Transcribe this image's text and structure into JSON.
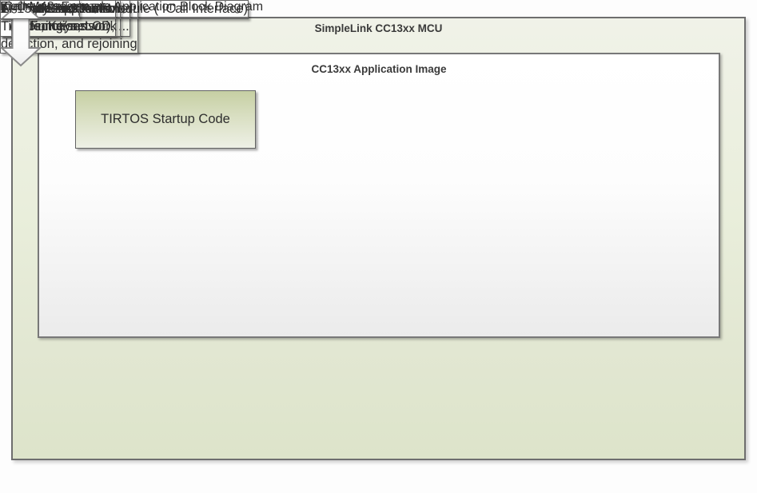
{
  "palette": {
    "outer_fill_top": "#f0f2e8",
    "outer_fill_bottom": "#dde4ca",
    "green_block_top": "#c6cfa3",
    "orange_block_top": "#f1a616",
    "yellow_block_top": "#ffff00",
    "gray_bar_top": "#7e7e7e",
    "border_dark": "#6e6e6e",
    "text": "#2f2f2f"
  },
  "mcu": {
    "title": "SimpleLink CC13xx MCU",
    "app_image": {
      "title": "CC13xx Application Image",
      "blocks": {
        "tirtos": {
          "lines": [
            "TIRTOS Startup Code"
          ]
        },
        "utility": {
          "lines": [
            "Utility Functions:",
            "Timers, Keys, LCD, ..."
          ]
        },
        "app_specific": {
          "lines": [
            "Application Specific",
            "Functions"
          ]
        },
        "example_app": {
          "lines": [
            "Example Application",
            "(collector/sensor)"
          ]
        },
        "llc": {
          "lines": [
            "Logical Link Controller:",
            "Joining, network",
            "detection, and rejoining"
          ]
        },
        "api_module": {
          "lines": [
            "TI-15.4 Stack API Module ( ICall Interface)"
          ]
        }
      }
    },
    "arrow_label": "ICall Messages",
    "stack_block": "TI-15.4 Stack"
  },
  "caption": "Figure 48. Example Application Block Diagram"
}
